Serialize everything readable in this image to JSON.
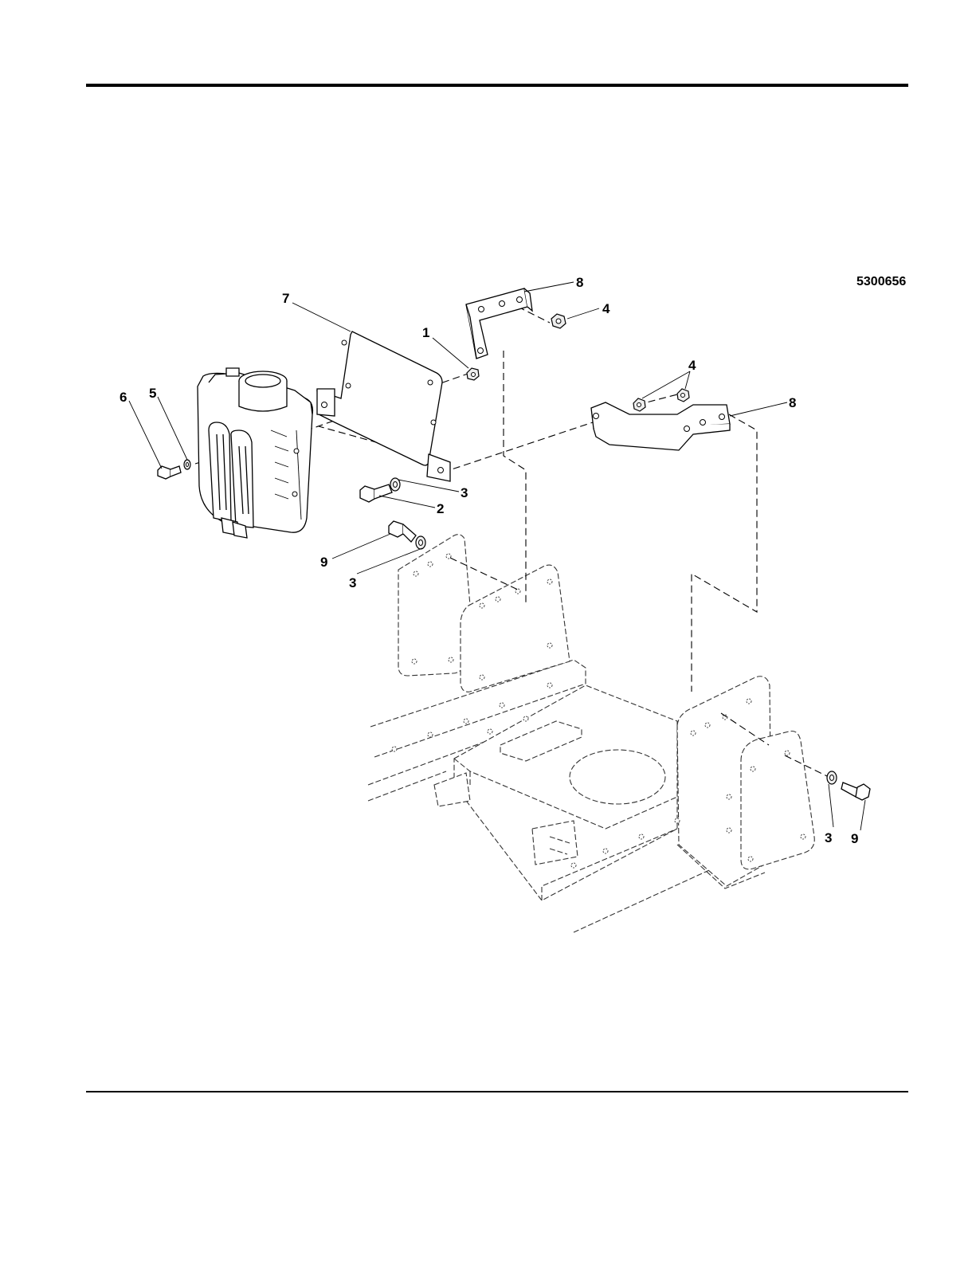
{
  "drawing_number": "5300656",
  "callouts": {
    "c1": "1",
    "c2": "2",
    "c3a": "3",
    "c3b": "3",
    "c3c": "3",
    "c4a": "4",
    "c4b": "4",
    "c5": "5",
    "c6": "6",
    "c7": "7",
    "c8a": "8",
    "c8b": "8",
    "c9a": "9",
    "c9b": "9"
  }
}
